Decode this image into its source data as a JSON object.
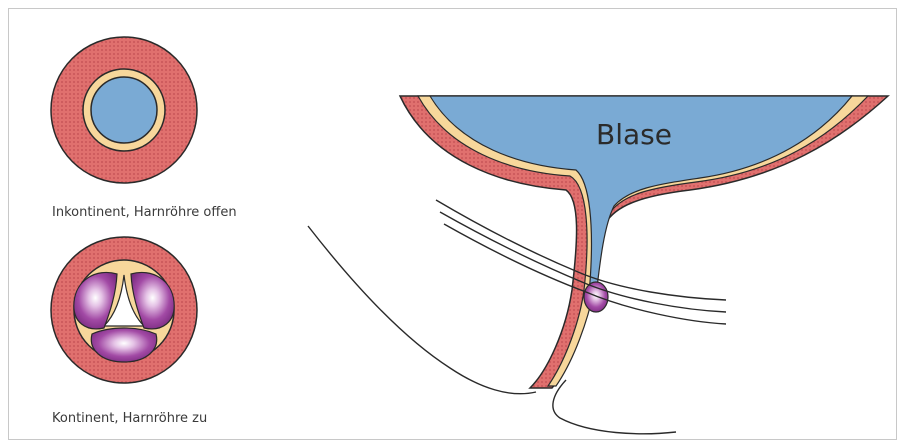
{
  "captions": {
    "open": "Inkontinent, Harnröhre offen",
    "closed": "Kontinent, Harnröhre zu"
  },
  "labels": {
    "bladder": "Blase"
  },
  "colors": {
    "tissue": "#e0706e",
    "tissue_dots": "#c24e52",
    "mucosa": "#f7d79b",
    "lumen": "#7aaad4",
    "bulking": "#8a2f8c",
    "outline": "#2a2a2a"
  }
}
